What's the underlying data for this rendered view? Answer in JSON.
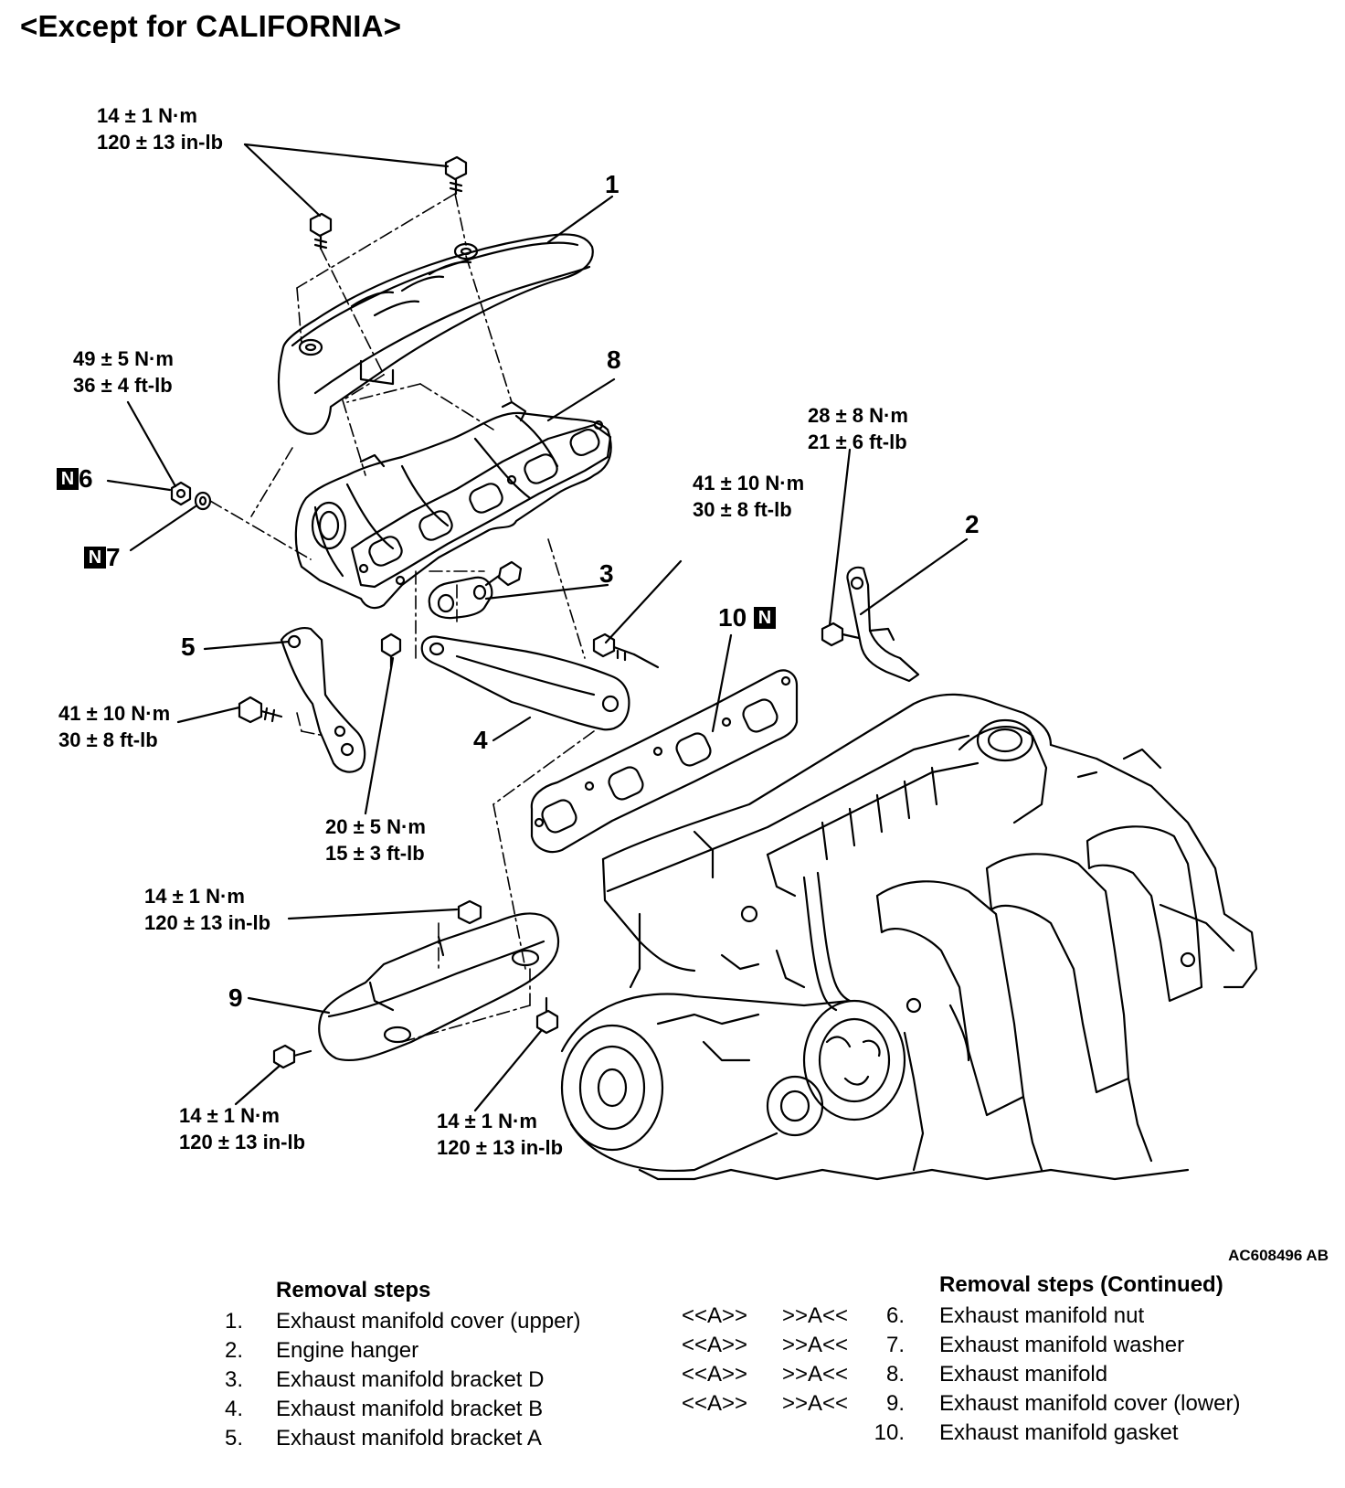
{
  "title": "<Except for CALIFORNIA>",
  "figure_code": "AC608496 AB",
  "torque_labels": {
    "t_top": [
      "14 ± 1 N·m",
      "120 ± 13 in-lb"
    ],
    "t_nut6": [
      "49 ± 5 N·m",
      "36 ± 4 ft-lb"
    ],
    "t_hanger": [
      "28 ± 8 N·m",
      "21 ± 6 ft-lb"
    ],
    "t_bolt3": [
      "41 ± 10 N·m",
      "30 ± 8 ft-lb"
    ],
    "t_bolt5": [
      "41 ± 10 N·m",
      "30 ± 8 ft-lb"
    ],
    "t_bolt4": [
      "20 ± 5 N·m",
      "15 ± 3 ft-lb"
    ],
    "t_cover_low_top": [
      "14 ± 1 N·m",
      "120 ± 13 in-lb"
    ],
    "t_cover_low_left": [
      "14 ± 1 N·m",
      "120 ± 13 in-lb"
    ],
    "t_cover_low_right": [
      "14 ± 1 N·m",
      "120 ± 13 in-lb"
    ]
  },
  "callouts": {
    "c1": "1",
    "c2": "2",
    "c3": "3",
    "c4": "4",
    "c5": "5",
    "c6": "6",
    "c7": "7",
    "c8": "8",
    "c9": "9",
    "c10": "10",
    "n_mark": "N"
  },
  "removal_steps": {
    "header": "Removal steps",
    "header_continued": "Removal steps (Continued)",
    "left": [
      {
        "num": "1.",
        "desc": "Exhaust manifold cover (upper)"
      },
      {
        "num": "2.",
        "desc": "Engine hanger"
      },
      {
        "num": "3.",
        "desc": "Exhaust manifold bracket D"
      },
      {
        "num": "4.",
        "desc": "Exhaust manifold bracket B"
      },
      {
        "num": "5.",
        "desc": "Exhaust manifold bracket A"
      }
    ],
    "right": [
      {
        "ref1": "<<A>>",
        "ref2": ">>A<<",
        "num": "6.",
        "desc": "Exhaust manifold nut"
      },
      {
        "ref1": "<<A>>",
        "ref2": ">>A<<",
        "num": "7.",
        "desc": "Exhaust manifold washer"
      },
      {
        "ref1": "<<A>>",
        "ref2": ">>A<<",
        "num": "8.",
        "desc": "Exhaust manifold"
      },
      {
        "ref1": "<<A>>",
        "ref2": ">>A<<",
        "num": "9.",
        "desc": "Exhaust manifold cover (lower)"
      },
      {
        "ref1": "",
        "ref2": "",
        "num": "10.",
        "desc": "Exhaust manifold gasket"
      }
    ]
  }
}
